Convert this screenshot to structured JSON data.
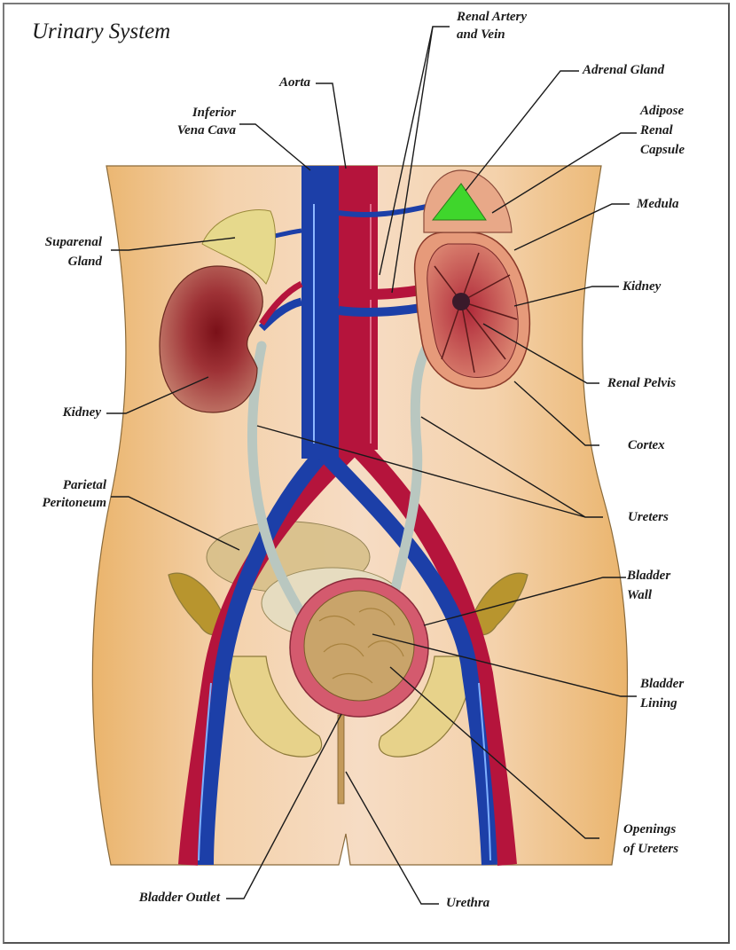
{
  "title": "Urinary System",
  "colors": {
    "skin": "#f3d3b3",
    "skin_edge": "#e8b06a",
    "artery": "#b5143c",
    "vein": "#1c3fa8",
    "ureter": "#b9c7c0",
    "kidney": "#a8454a",
    "adrenal_green": "#3fd62c",
    "bone": "#e8d48a",
    "bladder_wall": "#d45a6e",
    "bladder_lining": "#c9a46a"
  },
  "labels": {
    "aorta": "Aorta",
    "inferior_vena_cava_1": "Inferior",
    "inferior_vena_cava_2": "Vena Cava",
    "renal_artery_vein_1": "Renal Artery",
    "renal_artery_vein_2": "and Vein",
    "adrenal_gland": "Adrenal Gland",
    "adipose_1": "Adipose",
    "adipose_2": "Renal",
    "adipose_3": "Capsule",
    "medula": "Medula",
    "kidney_right": "Kidney",
    "renal_pelvis": "Renal Pelvis",
    "cortex": "Cortex",
    "ureters": "Ureters",
    "bladder_wall_1": "Bladder",
    "bladder_wall_2": "Wall",
    "bladder_lining_1": "Bladder",
    "bladder_lining_2": "Lining",
    "openings_1": "Openings",
    "openings_2": "of Ureters",
    "urethra": "Urethra",
    "bladder_outlet": "Bladder Outlet",
    "suparenal_1": "Suparenal",
    "suparenal_2": "Gland",
    "kidney_left": "Kidney",
    "parietal_1": "Parietal",
    "parietal_2": "Peritoneum"
  }
}
